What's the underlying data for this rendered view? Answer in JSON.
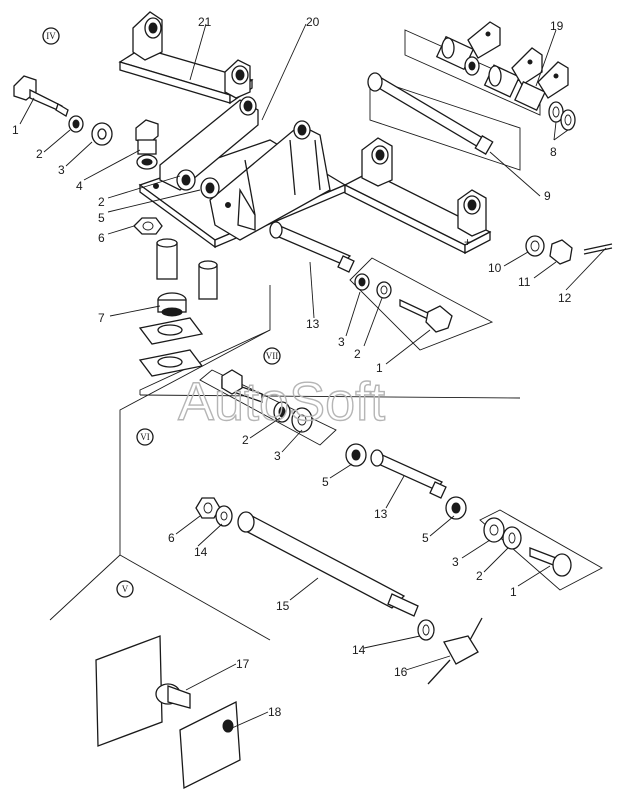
{
  "watermark": "AutoSoft",
  "views": [
    {
      "id": "IV",
      "label": "IV"
    },
    {
      "id": "V",
      "label": "V"
    },
    {
      "id": "VI",
      "label": "VI"
    },
    {
      "id": "VII",
      "label": "VII"
    }
  ],
  "callouts": [
    {
      "id": "c1a",
      "label": "1"
    },
    {
      "id": "c2a",
      "label": "2"
    },
    {
      "id": "c3a",
      "label": "3"
    },
    {
      "id": "c4",
      "label": "4"
    },
    {
      "id": "c2b",
      "label": "2"
    },
    {
      "id": "c5a",
      "label": "5"
    },
    {
      "id": "c6a",
      "label": "6"
    },
    {
      "id": "c7",
      "label": "7"
    },
    {
      "id": "c21",
      "label": "21"
    },
    {
      "id": "c20",
      "label": "20"
    },
    {
      "id": "c19",
      "label": "19"
    },
    {
      "id": "c8",
      "label": "8"
    },
    {
      "id": "c9",
      "label": "9"
    },
    {
      "id": "c10",
      "label": "10"
    },
    {
      "id": "c11",
      "label": "11"
    },
    {
      "id": "c12",
      "label": "12"
    },
    {
      "id": "c13a",
      "label": "13"
    },
    {
      "id": "c3b",
      "label": "3"
    },
    {
      "id": "c2c",
      "label": "2"
    },
    {
      "id": "c1b",
      "label": "1"
    },
    {
      "id": "c2d",
      "label": "2"
    },
    {
      "id": "c3c",
      "label": "3"
    },
    {
      "id": "c5b",
      "label": "5"
    },
    {
      "id": "c13b",
      "label": "13"
    },
    {
      "id": "c5c",
      "label": "5"
    },
    {
      "id": "c3d",
      "label": "3"
    },
    {
      "id": "c2e",
      "label": "2"
    },
    {
      "id": "c1c",
      "label": "1"
    },
    {
      "id": "c6b",
      "label": "6"
    },
    {
      "id": "c14a",
      "label": "14"
    },
    {
      "id": "c15",
      "label": "15"
    },
    {
      "id": "c14b",
      "label": "14"
    },
    {
      "id": "c16",
      "label": "16"
    },
    {
      "id": "c17",
      "label": "17"
    },
    {
      "id": "c18",
      "label": "18"
    }
  ]
}
